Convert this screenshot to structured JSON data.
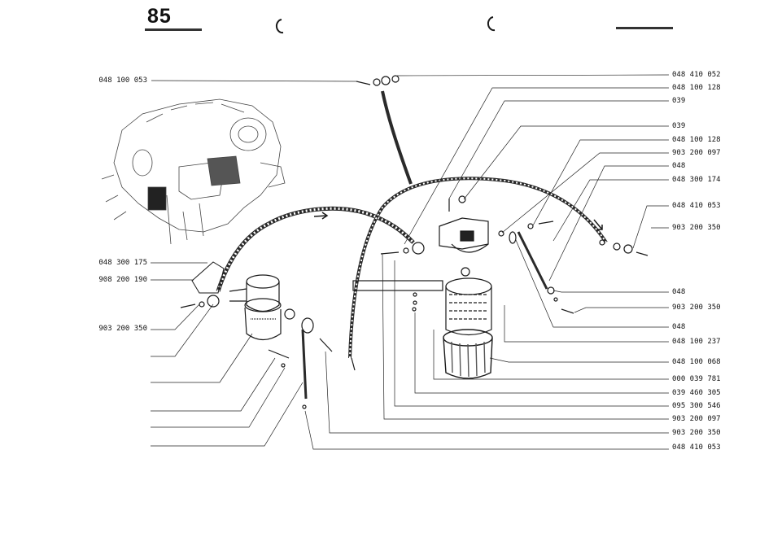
{
  "page": {
    "number": "85"
  },
  "labels_left": [
    "048 100 053",
    "048 300 175",
    "908 200 190",
    "903 200 350"
  ],
  "labels_right": [
    "048 410 052",
    "048 100 128",
    "039",
    "039",
    "048 100 128",
    "903 200 097",
    "048",
    "048 300 174",
    "048 410 053",
    "903 200 350",
    "048",
    "903 200 350",
    "048",
    "048 100 237",
    "048 100 068",
    "000 039 781",
    "039 460 305",
    "095 300 546",
    "903 200 097",
    "903 200 350",
    "048 410 053"
  ],
  "colors": {
    "ink": "#1a1a1a",
    "paper": "#ffffff"
  }
}
